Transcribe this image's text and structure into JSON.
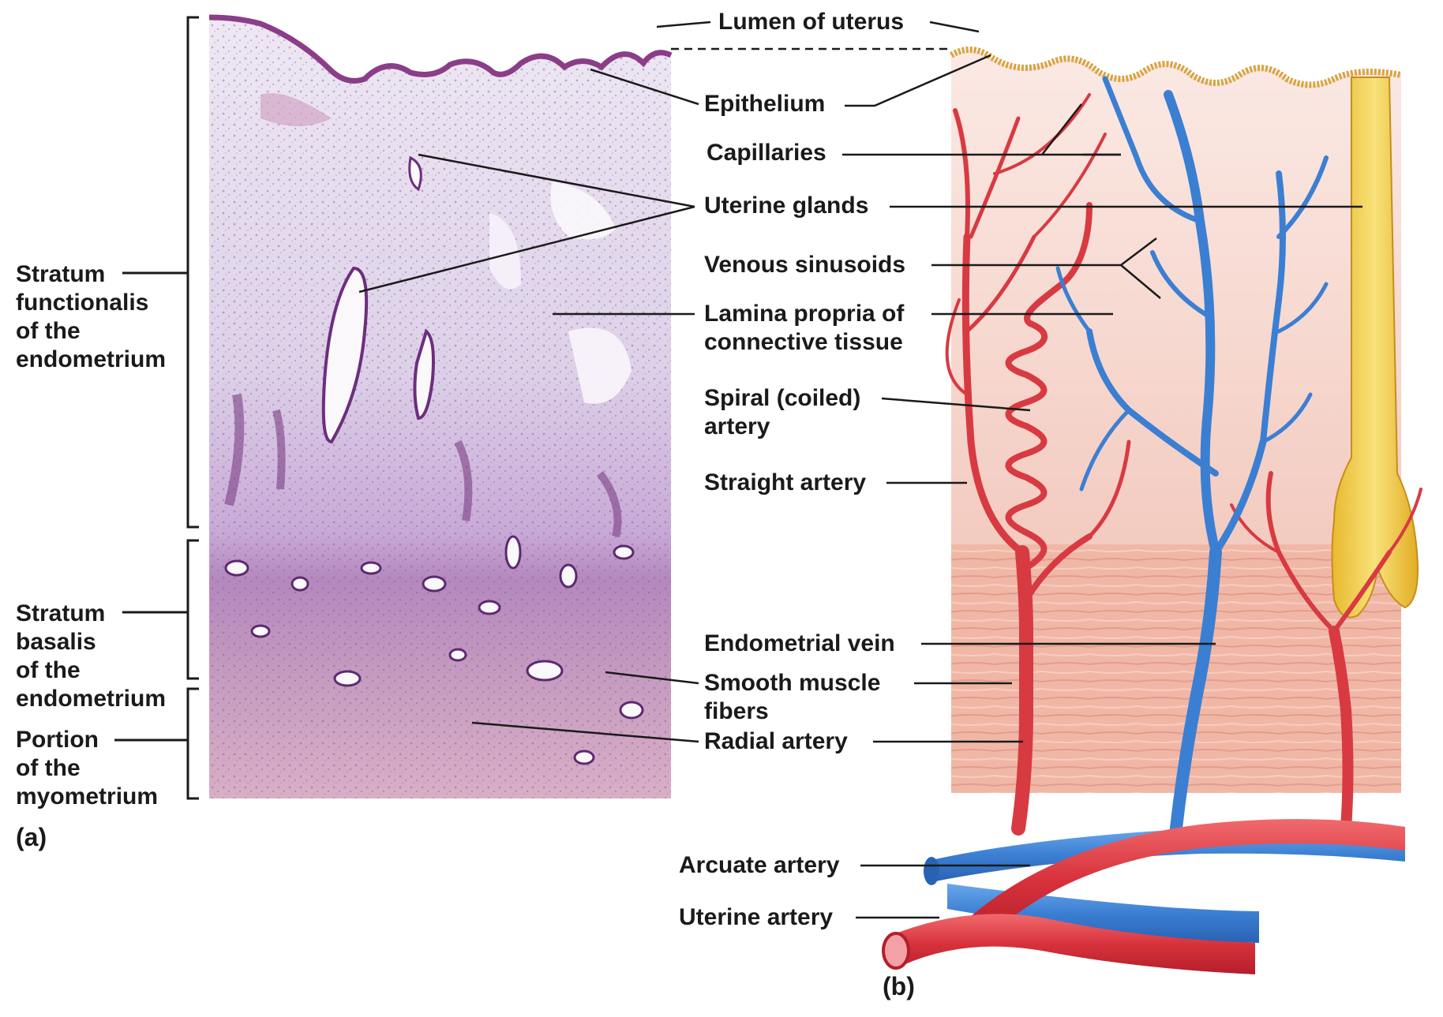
{
  "panel_a": {
    "panel_label": "(a)",
    "left_labels": {
      "stratum_functionalis": [
        "Stratum",
        "functionalis",
        "of the",
        "endometrium"
      ],
      "stratum_basalis": [
        "Stratum",
        "basalis",
        "of the",
        "endometrium"
      ],
      "myometrium": [
        "Portion",
        "of the",
        "myometrium"
      ]
    }
  },
  "panel_b": {
    "panel_label": "(b)"
  },
  "center_labels": {
    "lumen": "Lumen of uterus",
    "epithelium": "Epithelium",
    "capillaries": "Capillaries",
    "uterine_glands": "Uterine glands",
    "venous_sinusoids": "Venous sinusoids",
    "lamina_propria": [
      "Lamina propria of",
      "connective tissue"
    ],
    "spiral_artery": [
      "Spiral (coiled)",
      "artery"
    ],
    "straight_artery": "Straight artery",
    "endometrial_vein": "Endometrial vein",
    "smooth_muscle": [
      "Smooth muscle",
      "fibers"
    ],
    "radial_artery": "Radial artery",
    "arcuate_artery": "Arcuate artery",
    "uterine_artery": "Uterine artery"
  },
  "colors": {
    "tissue_light": "#ece6f2",
    "tissue_purple": "#b98fc6",
    "basal_purple": "#b689b8",
    "myo_pink": "#d7a9c0",
    "lamina_pink": "#f8dcd4",
    "muscle_pink": "#efb3a3",
    "artery_red": "#d83a42",
    "vein_blue": "#3f86d8",
    "gland_yellow": "#f3d24c",
    "epithelium_gold": "#d9a441",
    "line": "#1a1a1a"
  }
}
